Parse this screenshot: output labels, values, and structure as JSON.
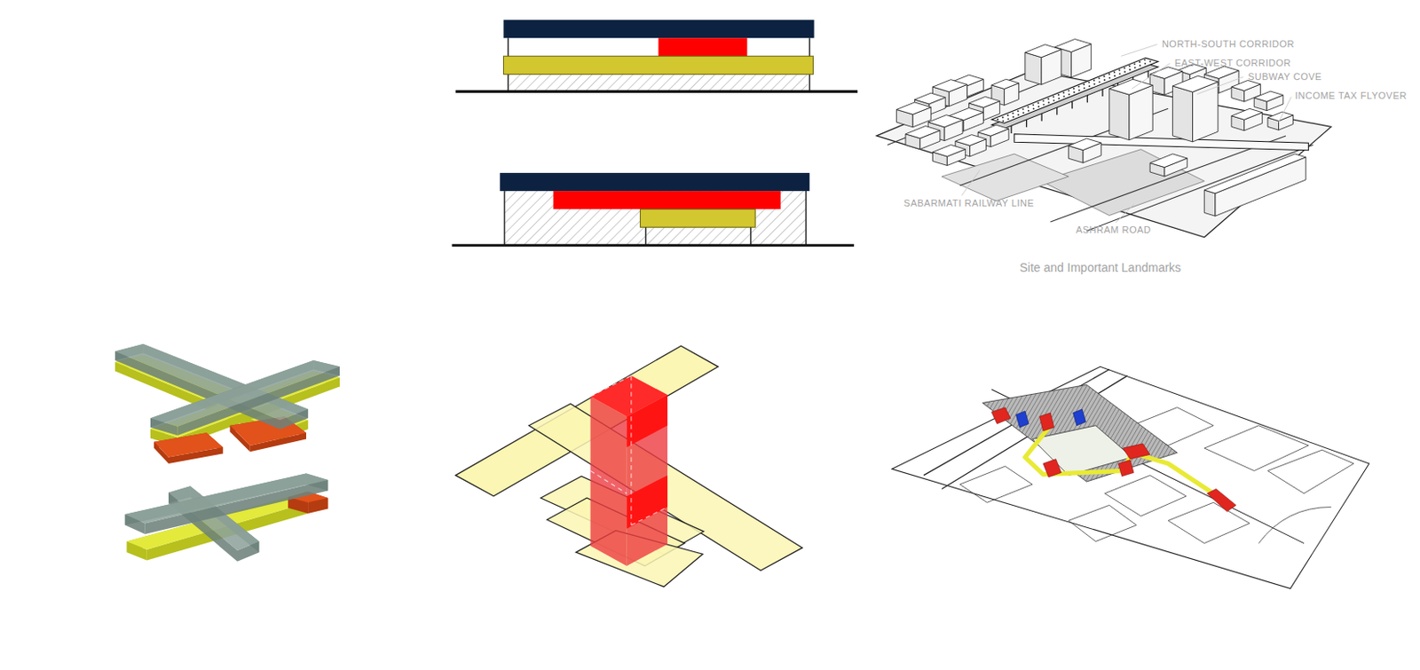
{
  "diagram": {
    "labels": [
      "NORTH-SOUTH CORRIDOR",
      "EAST-WEST CORRIDOR",
      "SUBWAY COVE",
      "INCOME TAX FLYOVER",
      "SABARMATI RAILWAY LINE",
      "ASHRAM ROAD",
      "Site and Important Landmarks"
    ]
  }
}
